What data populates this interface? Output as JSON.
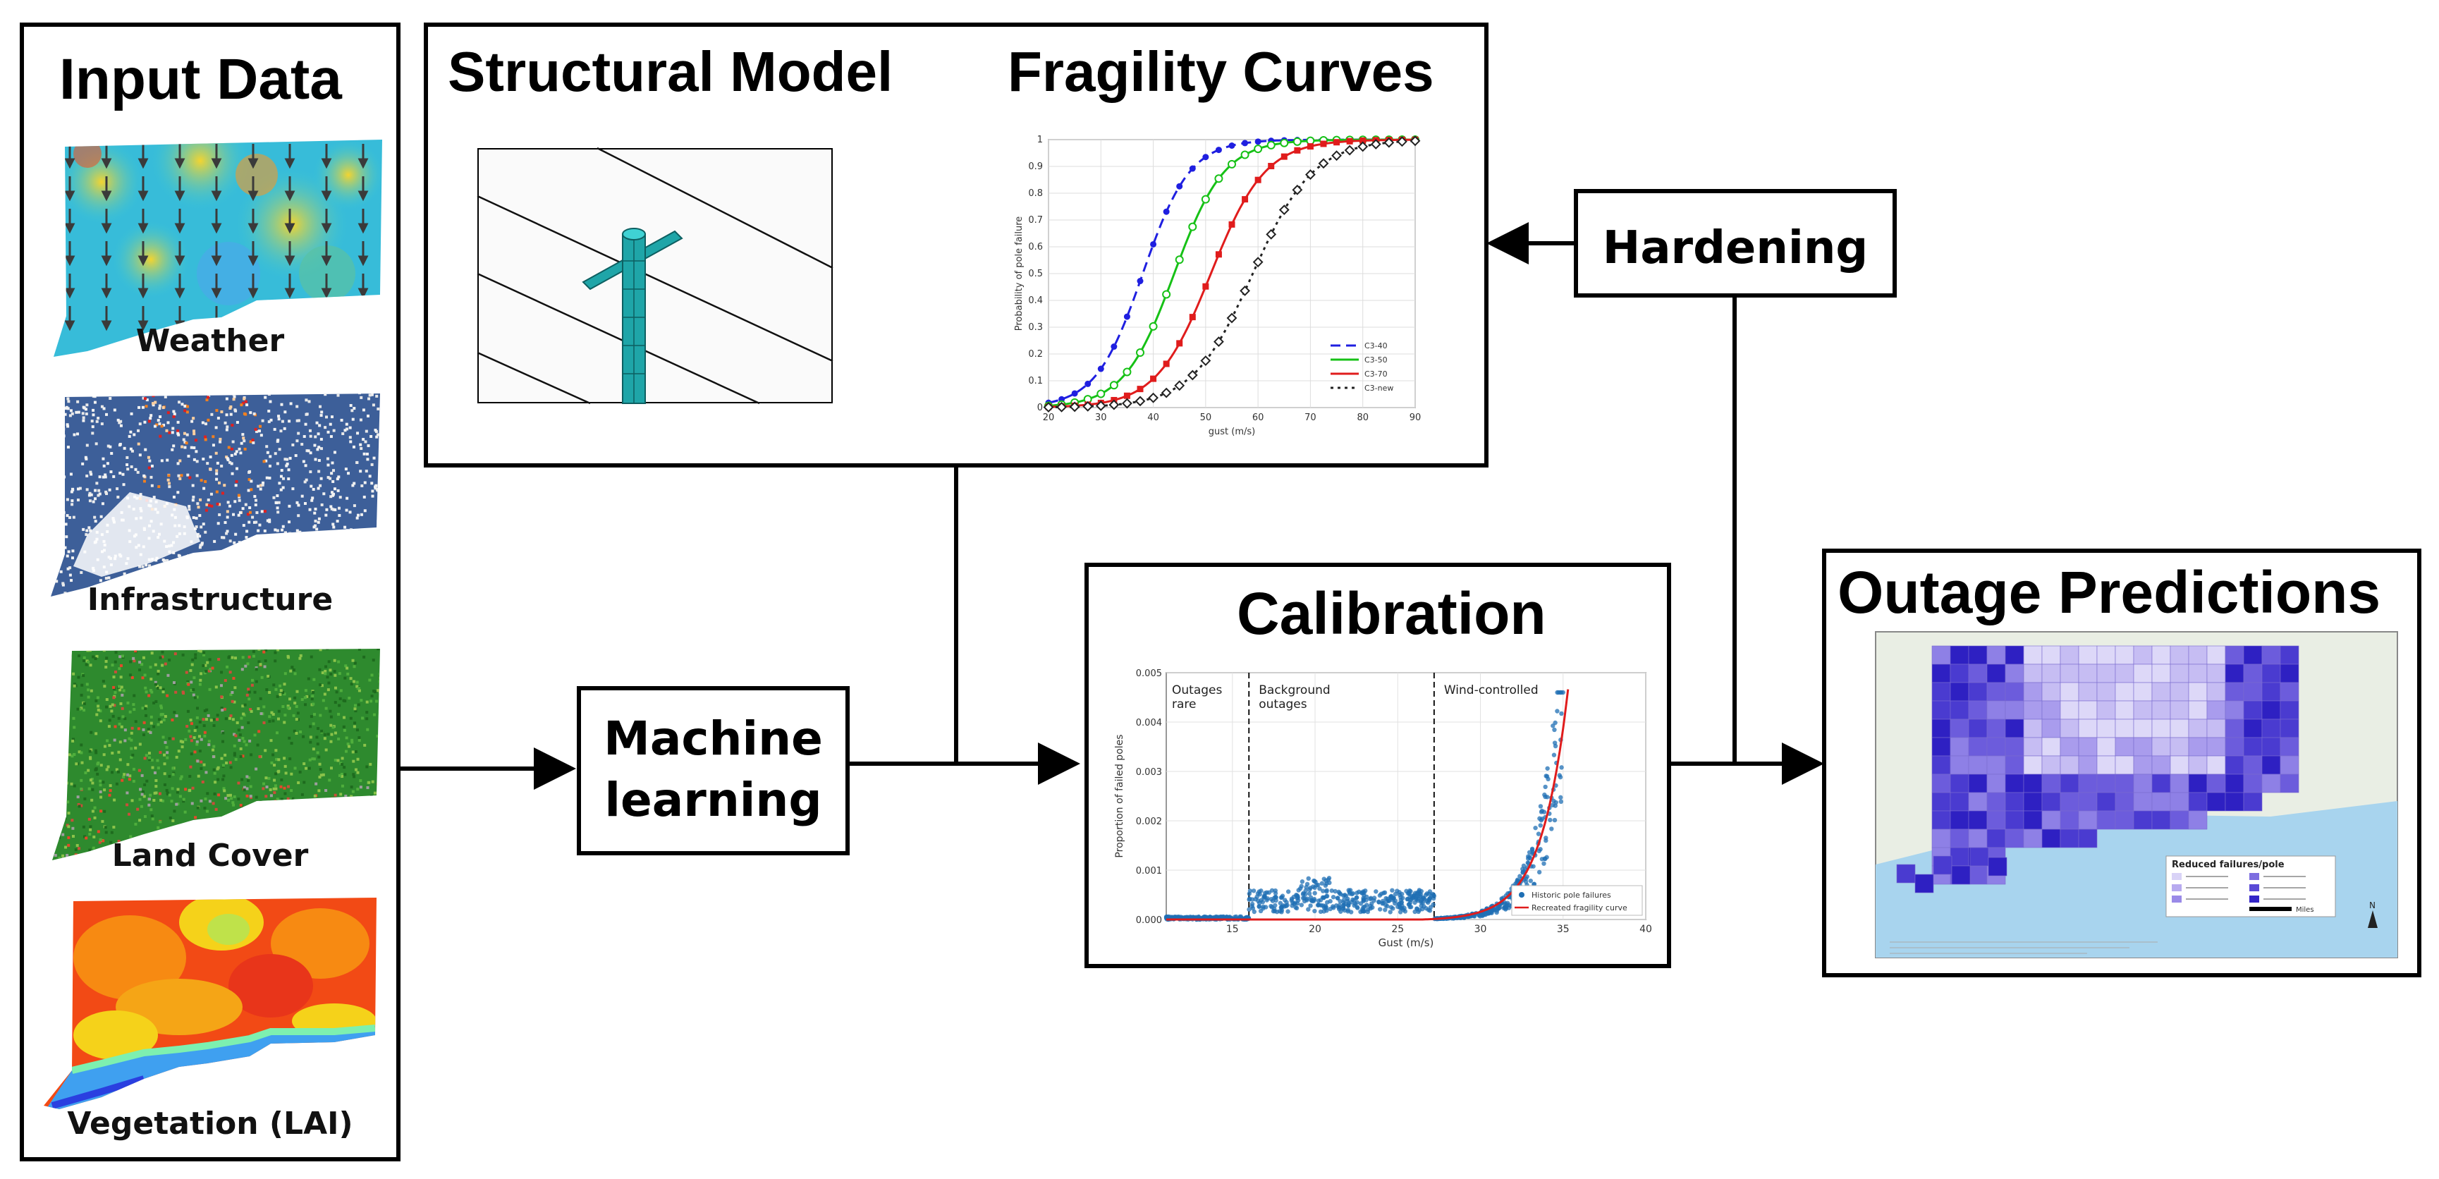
{
  "input_data": {
    "title": "Input Data",
    "items": [
      {
        "label": "Weather"
      },
      {
        "label": "Infrastructure"
      },
      {
        "label": "Land Cover"
      },
      {
        "label": "Vegetation (LAI)"
      }
    ]
  },
  "structural_model": {
    "title": "Structural Model"
  },
  "fragility_curves": {
    "title": "Fragility Curves",
    "chart_data": {
      "type": "line",
      "xlabel": "gust (m/s)",
      "ylabel": "Probability of pole failure",
      "xlim": [
        20,
        90
      ],
      "ylim": [
        0,
        1
      ],
      "xticks": [
        20,
        30,
        40,
        50,
        60,
        70,
        80,
        90
      ],
      "yticks": [
        0,
        0.1,
        0.2,
        0.3,
        0.4,
        0.5,
        0.6,
        0.7,
        0.8,
        0.9,
        1
      ],
      "grid": true,
      "legend_position": "bottom-right",
      "series": [
        {
          "name": "C3-40",
          "color": "#1f1fe0",
          "dash": "14 8",
          "marker": "dot",
          "median": 38,
          "spread": 4.5
        },
        {
          "name": "C3-50",
          "color": "#16c116",
          "dash": "",
          "marker": "circle",
          "median": 44,
          "spread": 4.8
        },
        {
          "name": "C3-70",
          "color": "#e01c1c",
          "dash": "",
          "marker": "square",
          "median": 51,
          "spread": 5.2
        },
        {
          "name": "C3-new",
          "color": "#222222",
          "dash": "4 6",
          "marker": "diamond",
          "median": 59,
          "spread": 5.8
        }
      ]
    }
  },
  "hardening": {
    "label": "Hardening"
  },
  "machine_learning": {
    "line1": "Machine",
    "line2": "learning"
  },
  "calibration": {
    "title": "Calibration",
    "chart_data": {
      "type": "scatter",
      "xlabel": "Gust (m/s)",
      "ylabel": "Proportion of failed poles",
      "xlim": [
        11,
        40
      ],
      "ylim": [
        0,
        0.005
      ],
      "xticks": [
        15,
        20,
        25,
        30,
        35,
        40
      ],
      "yticks": [
        0,
        0.001,
        0.002,
        0.003,
        0.004,
        0.005
      ],
      "ytick_labels": [
        "0.000",
        "0.001",
        "0.002",
        "0.003",
        "0.004",
        "0.005"
      ],
      "grid": true,
      "regions": [
        {
          "x_start": 11,
          "x_end": 16,
          "label": "Outages\nrare"
        },
        {
          "x_start": 16,
          "x_end": 27.2,
          "label": "Background\noutages"
        },
        {
          "x_start": 27.2,
          "x_end": 40,
          "label": "Wind-controlled"
        }
      ],
      "dividers_x": [
        16,
        27.2
      ],
      "legend_position": "bottom-right",
      "series": [
        {
          "name": "Historic pole failures",
          "color": "#1f6fb4",
          "kind": "scatter"
        },
        {
          "name": "Recreated fragility curve",
          "color": "#e01c1c",
          "kind": "line"
        }
      ]
    }
  },
  "outage_predictions": {
    "title": "Outage Predictions",
    "legend_title": "Reduced failures/pole",
    "north": "N",
    "scale_unit": "Miles"
  },
  "colors": {
    "border": "#000000",
    "pole": "#1fa5a8",
    "map_purple": "#7d6ee0"
  }
}
